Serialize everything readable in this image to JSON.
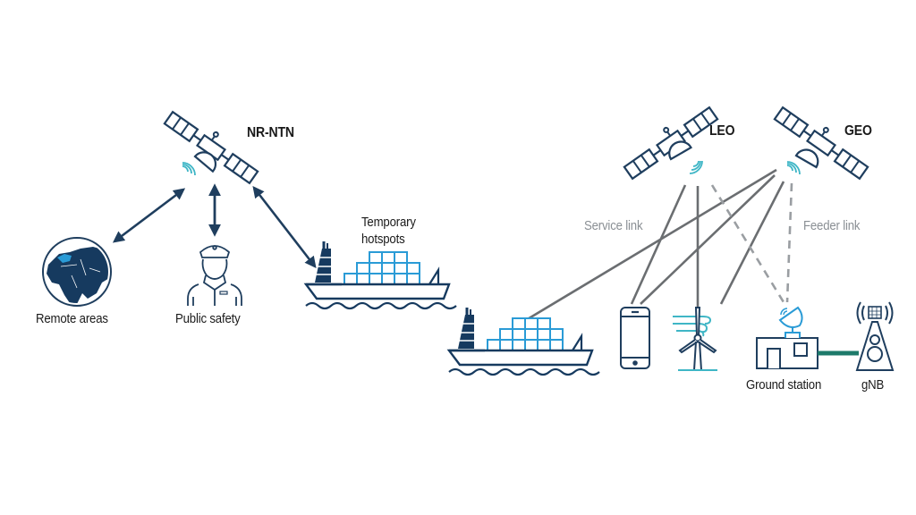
{
  "colors": {
    "navy": "#1f3e5e",
    "dark_blue": "#163a5f",
    "light_blue": "#2a9bd6",
    "teal": "#3fb6c6",
    "link_grey": "#6b6e71",
    "feeder_grey": "#9a9ea2",
    "ground_link_green": "#1d7a6a",
    "text": "#1a1a1a",
    "label_grey": "#8a8f94"
  },
  "left_panel": {
    "satellite_label": "NR-NTN",
    "use_cases": [
      {
        "label": "Remote areas",
        "icon": "globe-icon"
      },
      {
        "label": "Public safety",
        "icon": "officer-icon"
      },
      {
        "label": "Temporary hotspots",
        "label_lines": [
          "Temporary",
          "hotspots"
        ],
        "icon": "ship-icon"
      }
    ]
  },
  "right_panel": {
    "satellites": [
      {
        "label": "LEO",
        "icon": "satellite-icon"
      },
      {
        "label": "GEO",
        "icon": "satellite-icon"
      }
    ],
    "link_labels": {
      "service": "Service link",
      "feeder": "Feeder link"
    },
    "endpoints": [
      {
        "label": "",
        "icon": "ship-icon"
      },
      {
        "label": "",
        "icon": "smartphone-icon"
      },
      {
        "label": "",
        "icon": "wind-turbine-icon"
      },
      {
        "label": "Ground station",
        "icon": "ground-station-icon"
      },
      {
        "label": "gNB",
        "icon": "cell-tower-icon"
      }
    ]
  }
}
